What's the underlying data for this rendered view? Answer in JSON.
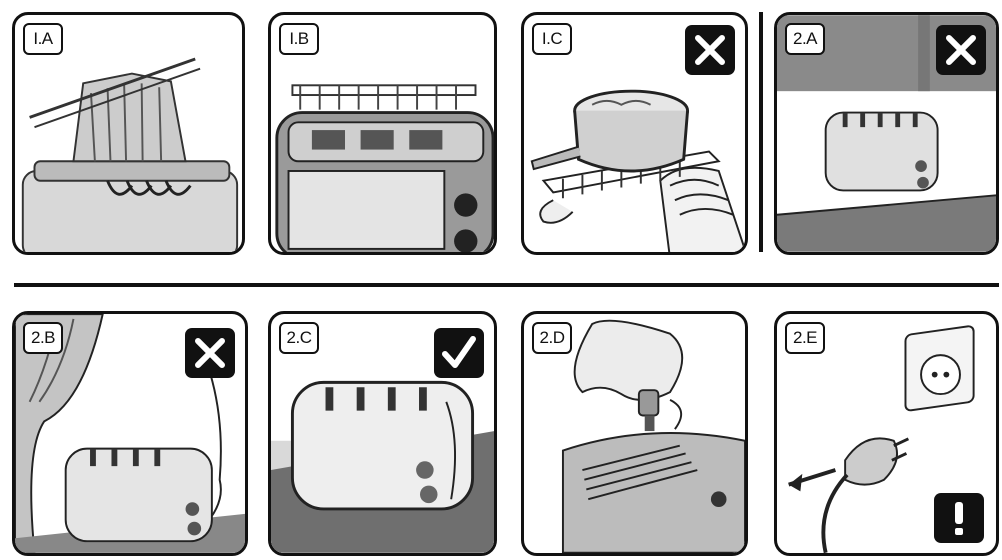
{
  "panels": [
    {
      "id": "1a",
      "label": "I.A",
      "status": null
    },
    {
      "id": "1b",
      "label": "I.B",
      "status": null
    },
    {
      "id": "1c",
      "label": "I.C",
      "status": "wrong"
    },
    {
      "id": "2a",
      "label": "2.A",
      "status": "wrong"
    },
    {
      "id": "2b",
      "label": "2.B",
      "status": "wrong"
    },
    {
      "id": "2c",
      "label": "2.C",
      "status": "correct"
    },
    {
      "id": "2d",
      "label": "2.D",
      "status": null
    },
    {
      "id": "2e",
      "label": "2.E",
      "status": "warning"
    }
  ],
  "icons": {
    "wrong": "cross-icon",
    "correct": "checkmark-icon",
    "warning": "exclamation-icon"
  },
  "colors": {
    "ink": "#111111",
    "background": "#ffffff"
  }
}
